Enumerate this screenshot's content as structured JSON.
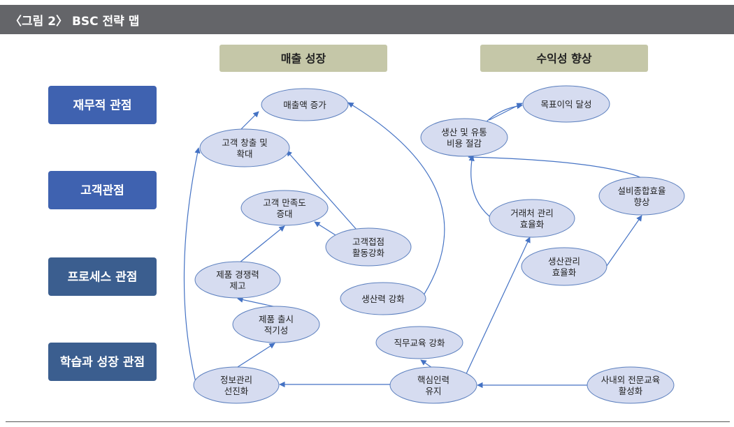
{
  "header": {
    "title": "〈그림 2〉 BSC 전략 맵"
  },
  "themes": [
    {
      "id": "theme-revenue",
      "label": "매출 성장"
    },
    {
      "id": "theme-profit",
      "label": "수익성 향상"
    }
  ],
  "perspectives": [
    {
      "id": "perspective-financial",
      "label": "재무적 관점",
      "color": "#3f62b0"
    },
    {
      "id": "perspective-customer",
      "label": "고객관점",
      "color": "#3f62b0"
    },
    {
      "id": "perspective-process",
      "label": "프로세스 관점",
      "color": "#3b5e8f"
    },
    {
      "id": "perspective-learning",
      "label": "학습과 성장 관점",
      "color": "#3b5e8f"
    }
  ],
  "nodes": [
    {
      "id": "sales-increase",
      "lines": [
        "매출액 증가"
      ]
    },
    {
      "id": "customer-creation",
      "lines": [
        "고객 창출 및",
        "확대"
      ]
    },
    {
      "id": "customer-satisfaction",
      "lines": [
        "고객 만족도",
        "증대"
      ]
    },
    {
      "id": "customer-contact",
      "lines": [
        "고객접점",
        "활동강화"
      ]
    },
    {
      "id": "product-competitiveness",
      "lines": [
        "제품 경쟁력",
        "제고"
      ]
    },
    {
      "id": "productivity",
      "lines": [
        "생산력 강화"
      ]
    },
    {
      "id": "product-launch",
      "lines": [
        "제품 출시",
        "적기성"
      ]
    },
    {
      "id": "job-training",
      "lines": [
        "직무교육 강화"
      ]
    },
    {
      "id": "info-management",
      "lines": [
        "정보관리",
        "선진화"
      ]
    },
    {
      "id": "key-talent",
      "lines": [
        "핵심인력",
        "유지"
      ]
    },
    {
      "id": "external-education",
      "lines": [
        "사내외 전문교육",
        "활성화"
      ]
    },
    {
      "id": "profit-goal",
      "lines": [
        "목표이익 달성"
      ]
    },
    {
      "id": "cost-reduction",
      "lines": [
        "생산 및 유통",
        "비용 절감"
      ]
    },
    {
      "id": "supplier-efficiency",
      "lines": [
        "거래처 관리",
        "효율화"
      ]
    },
    {
      "id": "oee",
      "lines": [
        "설비종합효율",
        "향상"
      ]
    },
    {
      "id": "production-efficiency",
      "lines": [
        "생산관리",
        "효율화"
      ]
    }
  ],
  "edges": [
    {
      "from": "customer-creation",
      "to": "sales-increase"
    },
    {
      "from": "info-management",
      "to": "customer-creation"
    },
    {
      "from": "customer-contact",
      "to": "customer-creation"
    },
    {
      "from": "customer-contact",
      "to": "customer-satisfaction"
    },
    {
      "from": "product-competitiveness",
      "to": "customer-satisfaction"
    },
    {
      "from": "product-launch",
      "to": "product-competitiveness"
    },
    {
      "from": "info-management",
      "to": "product-launch"
    },
    {
      "from": "key-talent",
      "to": "info-management"
    },
    {
      "from": "key-talent",
      "to": "job-training"
    },
    {
      "from": "external-education",
      "to": "key-talent"
    },
    {
      "from": "key-talent",
      "to": "supplier-efficiency"
    },
    {
      "from": "productivity",
      "to": "sales-increase"
    },
    {
      "from": "cost-reduction",
      "to": "profit-goal"
    },
    {
      "from": "supplier-efficiency",
      "to": "cost-reduction"
    },
    {
      "from": "oee",
      "to": "cost-reduction"
    },
    {
      "from": "production-efficiency",
      "to": "oee"
    }
  ],
  "style": {
    "node_fill": "#d6dcf0",
    "node_stroke": "#5b7fbe",
    "arrow_color": "#4472c4",
    "theme_fill": "#c5c7a8",
    "text_color": "#222222"
  }
}
